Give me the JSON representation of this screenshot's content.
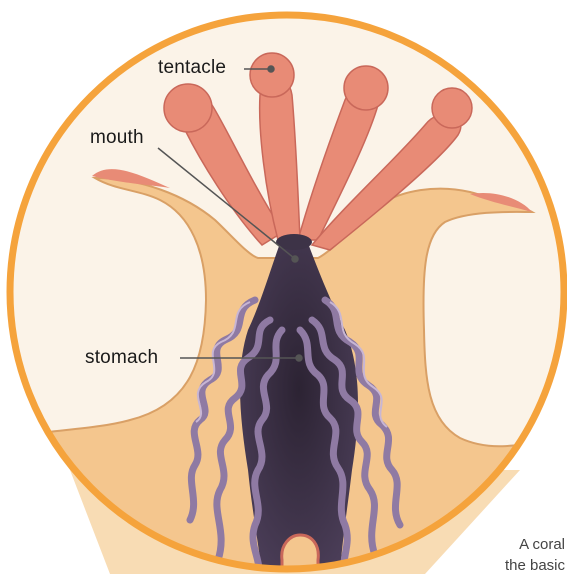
{
  "labels": {
    "tentacle": "tentacle",
    "mouth": "mouth",
    "stomach": "stomach"
  },
  "caption": {
    "line1": "A coral",
    "line2": "the basic"
  },
  "colors": {
    "ring": "#f5a33c",
    "beam": "#f8dcb4",
    "body": "#f4c68e",
    "body_edge": "#d9a066",
    "tentacle": "#e88b76",
    "tentacle_edge": "#c9685a",
    "stomach": "#3d3347",
    "fold": "#8f7aa3",
    "fold_light": "#c8b6d4",
    "leader": "#555555"
  }
}
